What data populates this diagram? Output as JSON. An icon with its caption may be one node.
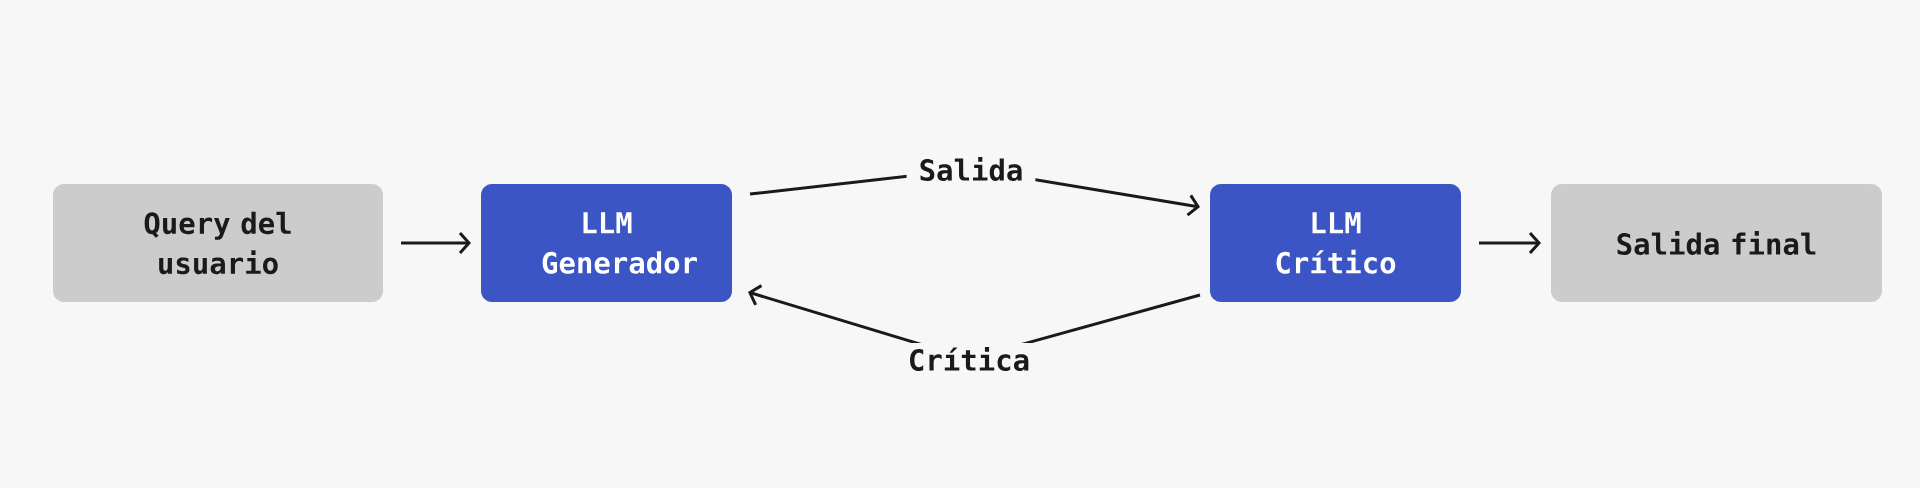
{
  "diagram": {
    "nodes": [
      {
        "text": [
          "Query del usuario"
        ]
      },
      {
        "text": [
          "LLM Generador"
        ]
      },
      {
        "text": [
          "LLM Crítico"
        ]
      },
      {
        "text": [
          "Salida final"
        ]
      }
    ],
    "edges": [
      {
        "from": 0,
        "to": 1,
        "arrow": "to"
      },
      {
        "from": 1,
        "to": 2,
        "arrow": "to",
        "label": "Salida"
      },
      {
        "from": 2,
        "to": 1,
        "arrow": "to",
        "label": "Crítica"
      },
      {
        "from": 2,
        "to": 3,
        "arrow": "to"
      }
    ]
  }
}
